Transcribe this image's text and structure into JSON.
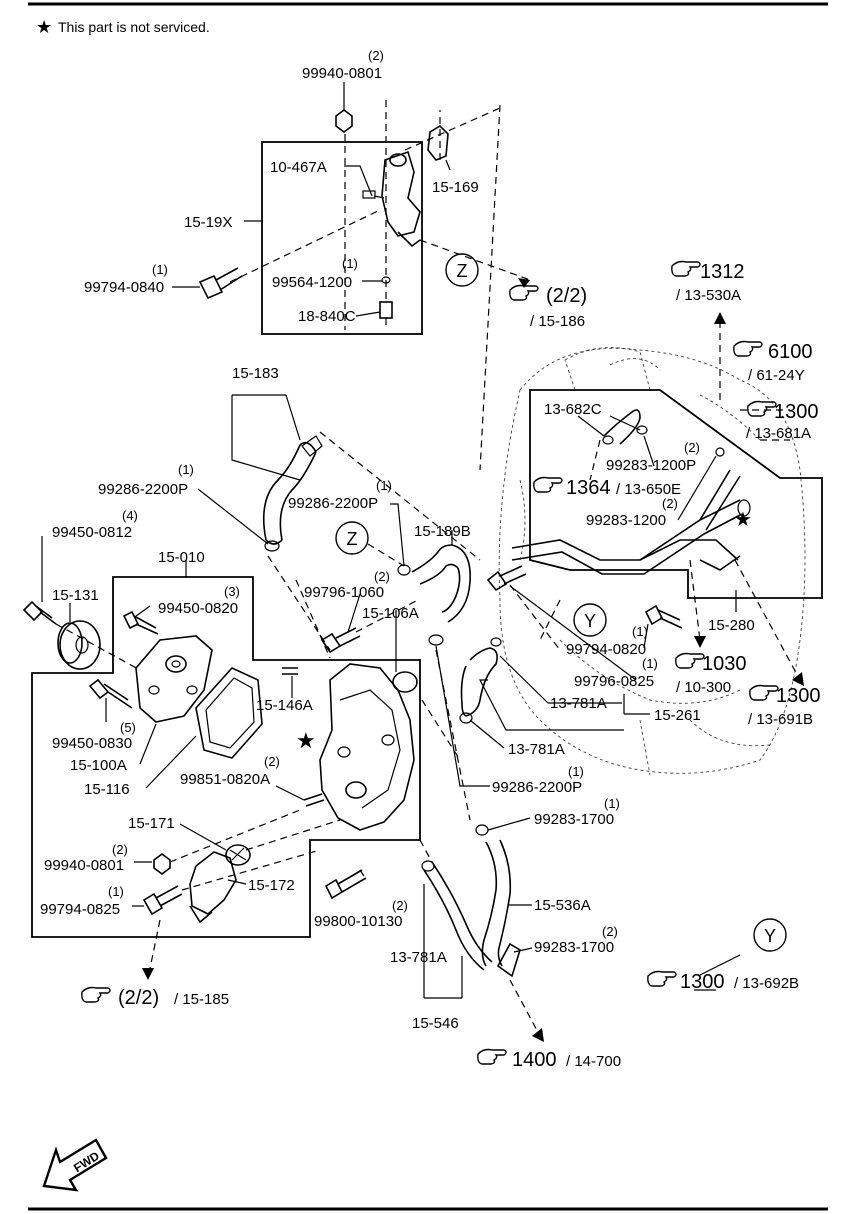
{
  "note": {
    "star": "★",
    "text": "This part is not serviced."
  },
  "labels": {
    "p99940_0801_top": "99940-0801",
    "q99940_0801_top": "(2)",
    "p10_467A": "10-467A",
    "p15_169": "15-169",
    "p15_19X": "15-19X",
    "p99794_0840": "99794-0840",
    "q99794_0840": "(1)",
    "p99564_1200": "99564-1200",
    "q99564_1200": "(1)",
    "p18_840C": "18-840C",
    "p15_183": "15-183",
    "p99286_2200P_a": "99286-2200P",
    "q99286_2200P_a": "(1)",
    "p99286_2200P_b": "99286-2200P",
    "q99286_2200P_b": "(1)",
    "p99450_0812": "99450-0812",
    "q99450_0812": "(4)",
    "p15_010": "15-010",
    "p15_131": "15-131",
    "p99450_0820": "99450-0820",
    "q99450_0820": "(3)",
    "p15_189B": "15-189B",
    "p99796_1060": "99796-1060",
    "q99796_1060": "(2)",
    "p15_106A": "15-106A",
    "p13_682C": "13-682C",
    "p99283_1200P": "99283-1200P",
    "q99283_1200P": "(2)",
    "p99283_1200": "99283-1200",
    "q99283_1200": "(2)",
    "p15_146A": "15-146A",
    "p99450_0830": "99450-0830",
    "q99450_0830": "(5)",
    "p15_100A": "15-100A",
    "p15_116": "15-116",
    "p99851_0820A": "99851-0820A",
    "q99851_0820A": "(2)",
    "p15_171": "15-171",
    "p99940_0801_b": "99940-0801",
    "q99940_0801_b": "(2)",
    "p15_172": "15-172",
    "p99794_0825_b": "99794-0825",
    "q99794_0825_b": "(1)",
    "p99800_10130": "99800-10130",
    "q99800_10130": "(2)",
    "p99794_0820": "99794-0820",
    "q99794_0820": "(1)",
    "p99796_0825": "99796-0825",
    "q99796_0825": "(1)",
    "p13_781A_a": "13-781A",
    "p15_261": "15-261",
    "p13_781A_b": "13-781A",
    "p99286_2200P_c": "99286-2200P",
    "q99286_2200P_c": "(1)",
    "p99283_1700_a": "99283-1700",
    "q99283_1700_a": "(1)",
    "p15_536A": "15-536A",
    "p99283_1700_b": "99283-1700",
    "q99283_1700_b": "(2)",
    "p13_781A_c": "13-781A",
    "p15_546": "15-546",
    "p15_280": "15-280"
  },
  "callouts": {
    "z": "Z",
    "y": "Y"
  },
  "refs": {
    "r_22_15186": {
      "main": "(2/2)",
      "sub": "/ 15-186"
    },
    "r_1312": {
      "main": "1312",
      "sub": "/ 13-530A"
    },
    "r_6100": {
      "main": "6100",
      "sub": "/ 61-24Y"
    },
    "r_1300_681": {
      "main": "1300",
      "sub": "/ 13-681A"
    },
    "r_1364": {
      "main": "1364",
      "sub": "/ 13-650E"
    },
    "r_1030": {
      "main": "1030",
      "sub": "/ 10-300"
    },
    "r_1300_691": {
      "main": "1300",
      "sub": "/ 13-691B"
    },
    "r_1300_692": {
      "main": "1300",
      "sub": "/ 13-692B"
    },
    "r_22_15185": {
      "main": "(2/2)",
      "sub": "/ 15-185"
    },
    "r_1400": {
      "main": "1400",
      "sub": "/ 14-700"
    }
  },
  "fwd": "FWD"
}
